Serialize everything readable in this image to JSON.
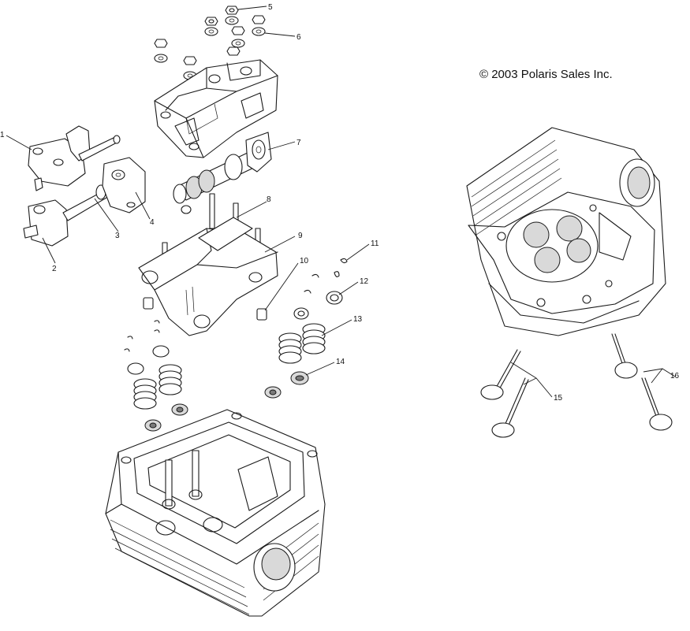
{
  "diagram": {
    "copyright": "© 2003 Polaris Sales Inc.",
    "callouts": [
      "1",
      "2",
      "3",
      "4",
      "5",
      "6",
      "7",
      "8",
      "9",
      "10",
      "11",
      "12",
      "13",
      "14",
      "15",
      "16"
    ]
  }
}
